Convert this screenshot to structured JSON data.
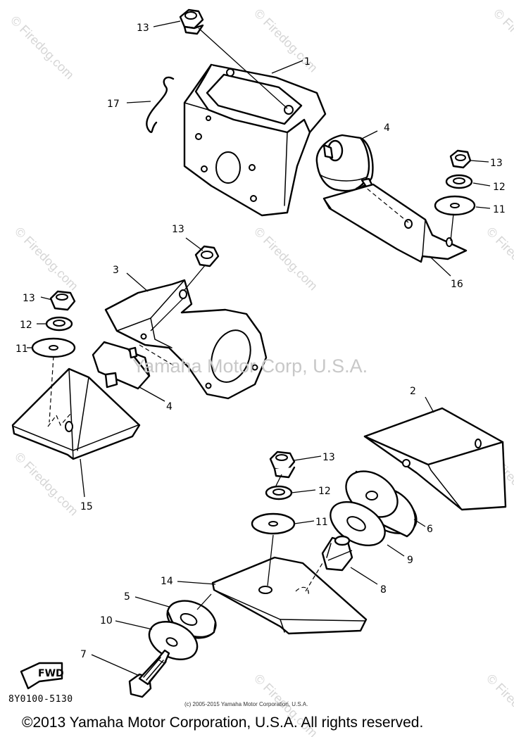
{
  "diagram": {
    "part_code": "8Y0100-5130",
    "small_copyright": "(c) 2005-2015 Yamaha Motor Corporation, U.S.A.",
    "overlay_credit": "Yamaha Motor Corp, U.S.A.",
    "footer_copyright": "©2013 Yamaha Motor Corporation, U.S.A. All rights reserved.",
    "fwd_arrow_label": "FWD",
    "watermark_text": "© Firedog.com",
    "callouts": [
      "13",
      "17",
      "1",
      "4",
      "13",
      "12",
      "11",
      "16",
      "13",
      "3",
      "13",
      "12",
      "11",
      "4",
      "15",
      "2",
      "13",
      "12",
      "11",
      "6",
      "9",
      "8",
      "14",
      "5",
      "10",
      "7"
    ]
  }
}
